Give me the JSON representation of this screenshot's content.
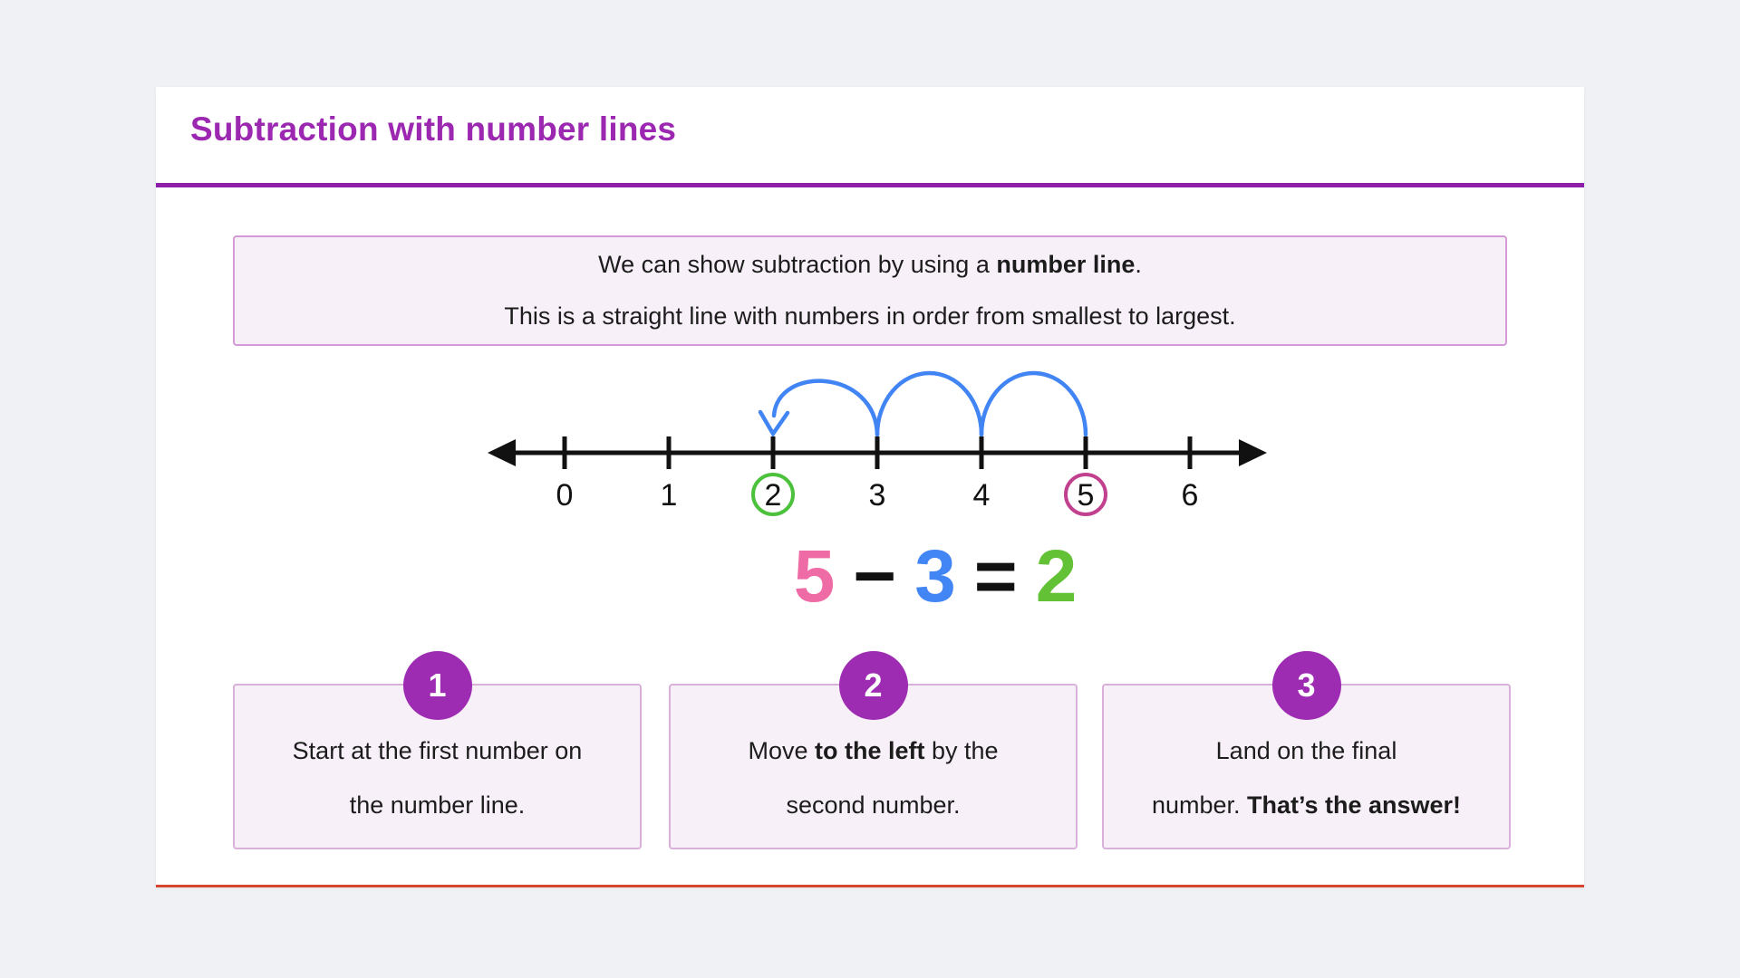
{
  "page": {
    "title": "Subtraction with number lines"
  },
  "colors": {
    "title_purple": "#9c28b1",
    "rule_purple": "#8d1fa8",
    "badge_purple": "#9d2cb2",
    "panel_bottom_red": "#d6452e",
    "arc_blue": "#4184f4",
    "circle_green": "#4cc13c",
    "circle_pink": "#c2418f",
    "equation_pink": "#ef6ba6",
    "equation_blue": "#4285f4",
    "equation_green": "#62c135",
    "equation_black": "#111111"
  },
  "intro": {
    "line1": [
      {
        "t": "We can show subtraction by using a "
      },
      {
        "t": "number line",
        "b": true
      },
      {
        "t": "."
      }
    ],
    "line2": [
      {
        "t": "This is a straight line with numbers in order from smallest to largest."
      }
    ]
  },
  "number_line": {
    "ticks": [
      "0",
      "1",
      "2",
      "3",
      "4",
      "5",
      "6"
    ],
    "start_circled_value": "5",
    "result_circled_value": "2",
    "jump_count": 3,
    "jump_direction": "left"
  },
  "equation": {
    "minuend": "5",
    "minus": "−",
    "subtrahend": "3",
    "equals": "=",
    "result": "2"
  },
  "steps": [
    {
      "number": "1",
      "text": [
        {
          "t": "Start at the first number on"
        },
        {
          "br": true
        },
        {
          "t": "the number line."
        }
      ]
    },
    {
      "number": "2",
      "text": [
        {
          "t": "Move "
        },
        {
          "t": "to the left",
          "b": true
        },
        {
          "t": " by the"
        },
        {
          "br": true
        },
        {
          "t": "second number."
        }
      ]
    },
    {
      "number": "3",
      "text": [
        {
          "t": "Land on the final"
        },
        {
          "br": true
        },
        {
          "t": "number. "
        },
        {
          "t": "That’s the answer!",
          "b": true
        }
      ]
    }
  ]
}
